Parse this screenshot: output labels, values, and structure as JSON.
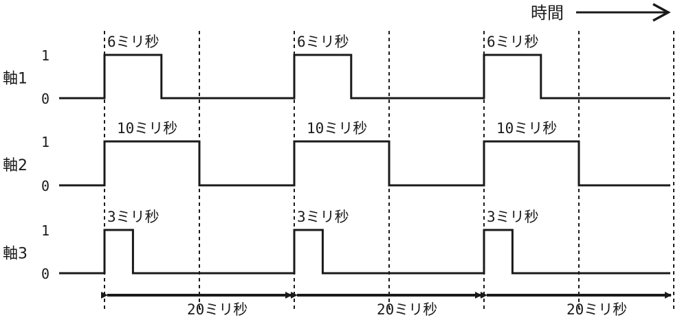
{
  "time_label": "時間",
  "level_high": "1",
  "level_low": "0",
  "axes": [
    {
      "label": "軸1",
      "pulse_label": "6ミリ秒",
      "pulse_ms": 6
    },
    {
      "label": "軸2",
      "pulse_label": "10ミリ秒",
      "pulse_ms": 10
    },
    {
      "label": "軸3",
      "pulse_label": "3ミリ秒",
      "pulse_ms": 3
    }
  ],
  "period_label": "20ミリ秒",
  "period_ms": 20,
  "period_count": 3
}
